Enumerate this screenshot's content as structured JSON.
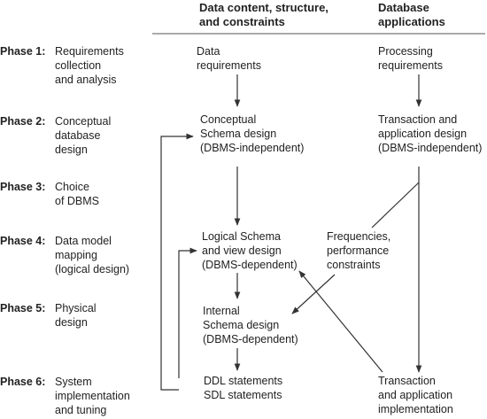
{
  "headers": {
    "content": "Data content, structure,\nand constraints",
    "applications": "Database\napplications"
  },
  "phases": [
    {
      "label": "Phase 1:",
      "desc": "Requirements\ncollection\nand analysis"
    },
    {
      "label": "Phase 2:",
      "desc": "Conceptual\ndatabase\ndesign"
    },
    {
      "label": "Phase 3:",
      "desc": "Choice\nof DBMS"
    },
    {
      "label": "Phase 4:",
      "desc": "Data model\nmapping\n(logical design)"
    },
    {
      "label": "Phase 5:",
      "desc": "Physical\ndesign"
    },
    {
      "label": "Phase 6:",
      "desc": "System\nimplementation\nand tuning"
    }
  ],
  "nodes": {
    "data_requirements": "Data\nrequirements",
    "processing_requirements": "Processing\nrequirements",
    "conceptual_schema": "Conceptual\nSchema design\n(DBMS-independent)",
    "transaction_design": "Transaction and\napplication design\n(DBMS-independent)",
    "logical_schema": "Logical Schema\nand view design\n(DBMS-dependent)",
    "frequencies": "Frequencies,\nperformance\nconstraints",
    "internal_schema": "Internal\nSchema design\n(DBMS-dependent)",
    "ddl_sdl": "DDL statements\nSDL statements",
    "transaction_impl": "Transaction\nand application\nimplementation"
  },
  "colors": {
    "line": "#333333",
    "rule": "#555555",
    "text": "#222222"
  }
}
